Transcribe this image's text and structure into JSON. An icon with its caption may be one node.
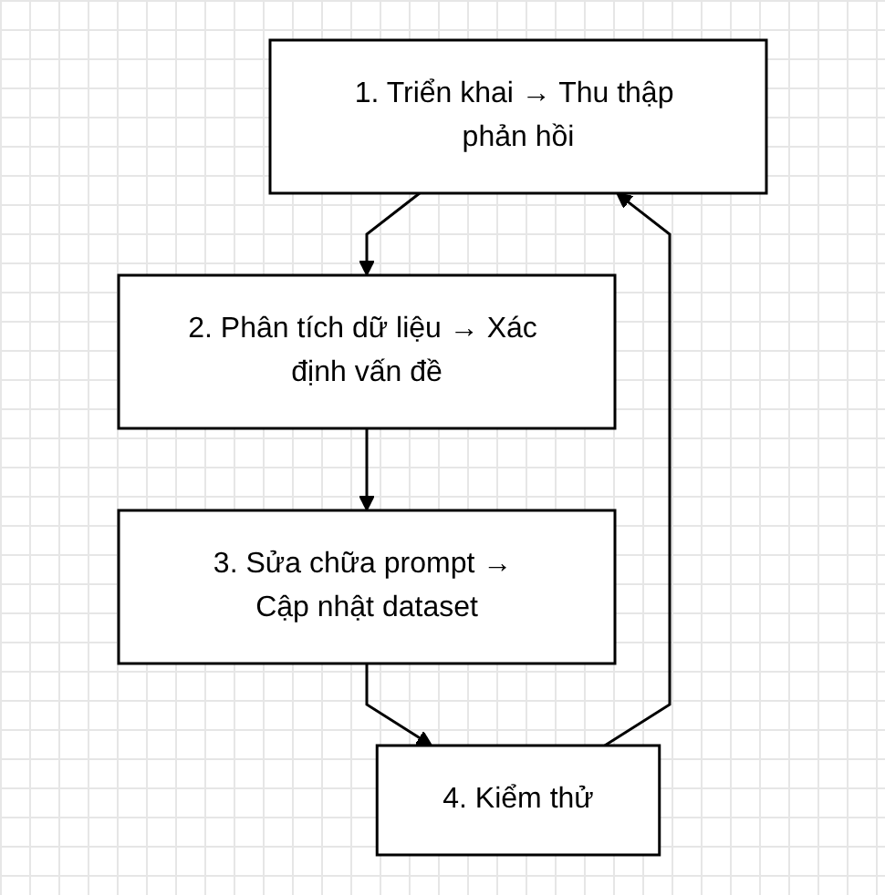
{
  "diagram": {
    "nodes": [
      {
        "text": [
          "1. Triển khai → Thu thập phản hồi"
        ]
      },
      {
        "text": [
          "2. Phân tích dữ liệu → Xác định vấn đề"
        ]
      },
      {
        "text": [
          "3. Sửa chữa prompt → Cập nhật dataset"
        ]
      },
      {
        "text": [
          "4. Kiểm thử"
        ]
      }
    ],
    "edges": [
      {
        "from": 0,
        "to": 1,
        "arrow": "to"
      },
      {
        "from": 1,
        "to": 2,
        "arrow": "to"
      },
      {
        "from": 2,
        "to": 3,
        "arrow": "to"
      },
      {
        "from": 3,
        "to": 0,
        "arrow": "to"
      }
    ]
  }
}
